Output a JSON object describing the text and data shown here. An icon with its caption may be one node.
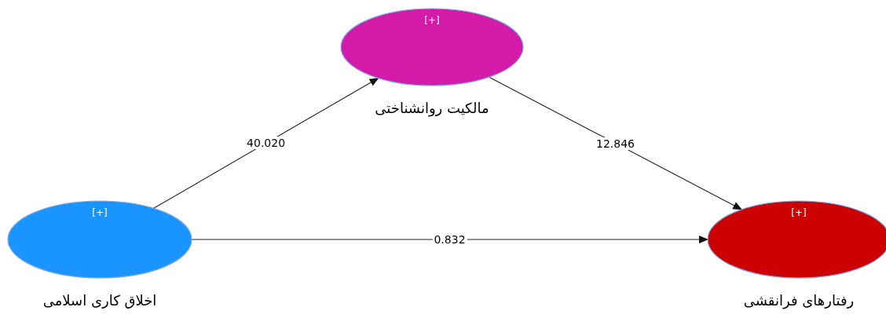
{
  "diagram": {
    "nodes": [
      {
        "text": [
          "[+]",
          "اخلاق کاری اسلامی"
        ]
      },
      {
        "text": [
          "[+]",
          "مالکیت روانشناختی"
        ]
      },
      {
        "text": [
          "[+]",
          "رفتارهای فرانقشی"
        ]
      }
    ],
    "edges": [
      {
        "from": 0,
        "to": 1,
        "arrow": "to",
        "label": "40.020"
      },
      {
        "from": 1,
        "to": 2,
        "arrow": "to",
        "label": "12.846"
      },
      {
        "from": 0,
        "to": 2,
        "arrow": "to",
        "label": "0.832"
      }
    ]
  }
}
